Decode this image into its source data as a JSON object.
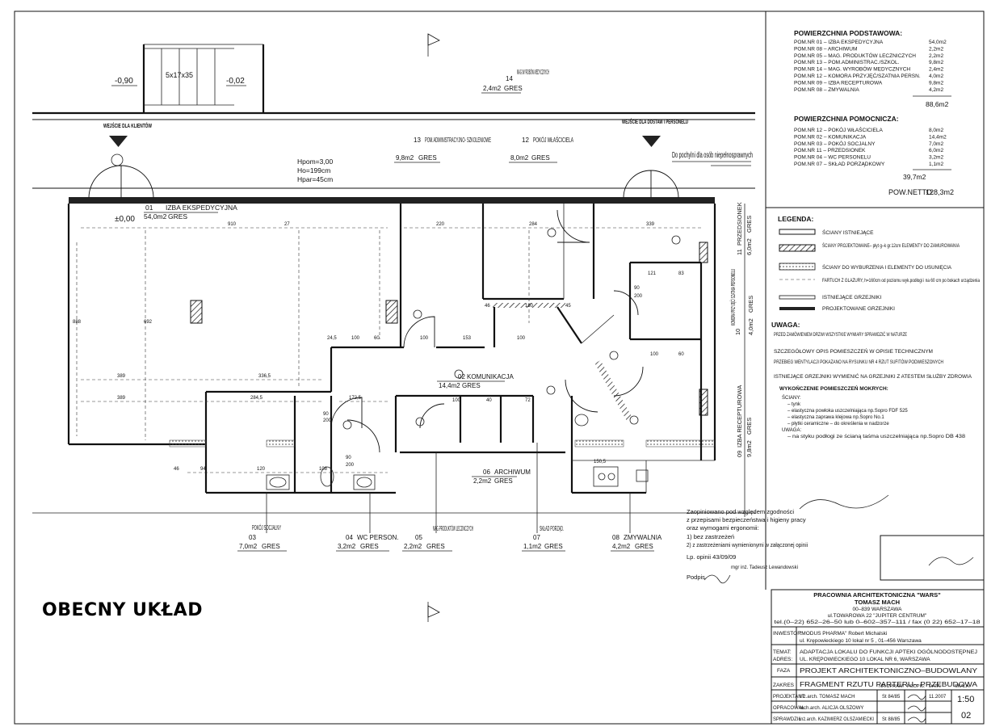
{
  "caption": "OBECNY UKŁAD",
  "elevations": [
    "-0,90",
    "5x17x35",
    "-0,02",
    "±0,00"
  ],
  "entrances": {
    "clients": "WEJŚCIE DLA KLIENTÓW",
    "staff": "WEJŚCIE DLA DOSTAW I PERSONELU",
    "ramp": "Do pochylni dla osób niepełnosprawnych"
  },
  "dimensions": {
    "heights": [
      "Hpom=3,00",
      "Ho=199cm",
      "Hpar=45cm"
    ]
  },
  "rooms": [
    {
      "num": "01",
      "name": "IZBA EKSPEDYCYJNA",
      "area": "54,0m2",
      "floor": "GRES"
    },
    {
      "num": "02",
      "name": "KOMUNIKACJA",
      "area": "14,4m2",
      "floor": "GRES"
    },
    {
      "num": "03",
      "name": "POKÓJ SOCJALNY",
      "area": "7,0m2",
      "floor": "GRES"
    },
    {
      "num": "04",
      "name": "WC PERSON.",
      "area": "3,2m2",
      "floor": "GRES"
    },
    {
      "num": "05",
      "name": "MAG.PRODUKTÓW LECZNICZYCH",
      "area": "2,2m2",
      "floor": "GRES"
    },
    {
      "num": "06",
      "name": "ARCHIWUM",
      "area": "2,2m2",
      "floor": "GRES"
    },
    {
      "num": "07",
      "name": "SKŁAD PORZĄD.",
      "area": "1,1m2",
      "floor": "GRES"
    },
    {
      "num": "08",
      "name": "ZMYWALNIA",
      "area": "4,2m2",
      "floor": "GRES"
    },
    {
      "num": "09",
      "name": "IZBA RECEPTUROWA",
      "area": "9,8m2",
      "floor": "GRES"
    },
    {
      "num": "10",
      "name": "KOMORA PRZYJĘĆ/ SZATNIA PERSONELU",
      "area": "4,0m2",
      "floor": "GRES"
    },
    {
      "num": "11",
      "name": "PRZEDSIONEK",
      "area": "6,0m2",
      "floor": "GRES"
    },
    {
      "num": "12",
      "name": "POKÓJ WŁAŚCICIELA",
      "area": "8,0m2",
      "floor": "GRES"
    },
    {
      "num": "13",
      "name": "POM.ADMINISTRACYJNO- SZKOLENIOWE",
      "area": "9,8m2",
      "floor": "GRES"
    },
    {
      "num": "14",
      "name": "MAG.WYROBÓW MEDYCZNYCH",
      "area": "2,4m2",
      "floor": "GRES"
    }
  ],
  "area_table": {
    "basic_title": "POWIERZCHNIA PODSTAWOWA:",
    "basic": [
      {
        "label": "POM.NR 01 – IZBA EKSPEDYCYJNA",
        "value": "54,0m2"
      },
      {
        "label": "POM.NR 08 – ARCHIWUM",
        "value": "2,2m2"
      },
      {
        "label": "POM.NR 05 – MAG. PRODUKTÓW LECZNICZYCH",
        "value": "2,2m2"
      },
      {
        "label": "POM.NR 13 – POM.ADMINISTRAC./SZKOL.",
        "value": "9,8m2"
      },
      {
        "label": "POM.NR 14 – MAG. WYROBÓW MEDYCZNYCH",
        "value": "2,4m2"
      },
      {
        "label": "POM.NR 12 – KOMORA PRZYJĘĆ/SZATNIA PERSN.",
        "value": "4,0m2"
      },
      {
        "label": "POM.NR 09 – IZBA RECEPTUROWA",
        "value": "9,8m2"
      },
      {
        "label": "POM.NR 08 – ZMYWALNIA",
        "value": "4,2m2"
      }
    ],
    "basic_total": "88,6m2",
    "aux_title": "POWIERZCHNIA POMOCNICZA:",
    "aux": [
      {
        "label": "POM.NR 12 – POKÓJ WŁAŚCICIELA",
        "value": "8,0m2"
      },
      {
        "label": "POM.NR 02 – KOMUNIKACJA",
        "value": "14,4m2"
      },
      {
        "label": "POM.NR 03 – POKÓJ SOCJALNY",
        "value": "7,0m2"
      },
      {
        "label": "POM.NR 11 – PRZEDSIONEK",
        "value": "6,0m2"
      },
      {
        "label": "POM.NR 04 – WC PERSONELU",
        "value": "3,2m2"
      },
      {
        "label": "POM.NR 07 – SKŁAD PORZĄDKOWY",
        "value": "1,1m2"
      }
    ],
    "aux_total": "39,7m2",
    "net_label": "POW.NETTO:",
    "net_value": "128,3m2"
  },
  "legend": {
    "title": "LEGENDA:",
    "items": [
      "ŚCIANY ISTNIEJĄCE",
      "ŚCIANY PROJEKTOWANE– płyt g–k gr.12cm ELEMENTY DO ZAMUROWANIA",
      "ŚCIANY DO WYBURZENIA I ELEMENTY DO USUNIĘCIA",
      "FARTUCH Z GLAZURY, h=160cm od poziomu wyk.podłogi i na 60 cm po bokach urządzenia",
      "ISTNIEJĄCE GRZEJNIKI",
      "PROJEKTOWANE GRZEJNIKI"
    ]
  },
  "notes": {
    "title": "UWAGA:",
    "items": [
      "PRZED ZAMÓWIENIEM DRZWI WSZYSTKIE WYMIARY SPRAWDZIĆ W NATURZE",
      "SZCZEGÓŁOWY OPIS POMIESZCZEŃ W OPISIE TECHNICZNYM",
      "PRZEBIEG WENTYLACJI POKAZANO NA RYSUNKU NR 4 RZUT SUFITÓW PODWIESZONYCH",
      "ISTNIEJĄCE GRZEJNIKI WYMIENIĆ NA GRZEJNIKI Z ATESTEM SŁUŻBY ZDROWIA"
    ],
    "finish_title": "WYKOŃCZENIE POMIESZCZEŃ MOKRYCH:",
    "finish_items": [
      "ŚCIANY:",
      "– tynk",
      "– elastyczna powłoka uszczelniająca np.Sopro FDF 525",
      "– elastyczna zaprawa klejowa np.Sopro No.1",
      "– płytki ceramiczne – do określenia w nadzorze",
      "UWAGA:",
      "– na styku podłogi ze ścianą taśma uszczelniająca np.Sopro DB 438"
    ]
  },
  "approval": {
    "lines": [
      "Zaopiniowano pod względem zgodności",
      "z przepisami bezpieczeństwa i higieny pracy",
      "oraz wymogami ergonomii:",
      "1) bez zastrzeżeń",
      "2) z zastrzeżeniami wymienionymi w załączonej opinii"
    ],
    "signer": "mgr inż. Tadeusz Lewandowski",
    "date": "Lp. opinii 43/09/09",
    "sign_label": "Podpis"
  },
  "title_block": {
    "office": "PRACOWNIA ARCHITEKTONICZNA \"WARS\"",
    "owner": "TOMASZ MACH",
    "address1": "00–839 WARSZAWA",
    "address2": "ul.TOWAROWA 22 \"JUPITER CENTRUM\"",
    "phones": "tel.(0–22) 652–26–50 lub 0–602–357–111 / fax (0 22) 652–17–18",
    "investor_label": "INWESTOR:",
    "investor": "\"MODUS PHARMA\" Robert Michalski",
    "investor_addr": "ul. Krępowieckiego 10 lokal nr 5 , 01–456 Warszawa",
    "topic_label": "TEMAT:",
    "topic": "ADAPTACJA LOKALU DO FUNKCJI APTEKI OGÓLNODOSTĘPNEJ",
    "address_label": "ADRES:",
    "address": "UL. KRĘPOWIECKIEGO 10 LOKAL NR 6, WARSZAWA",
    "phase_label": "FAZA",
    "phase": "PROJEKT ARCHITEKTONICZNO–BUDOWLANY",
    "scope_label": "ZAKRES",
    "scope": "FRAGMENT RZUTU PARTERU– PRZEBUDOWA",
    "col_heads": [
      "NR.UPRAW.",
      "PODPIS:",
      "DATA:",
      "SKALA:"
    ],
    "rows": [
      {
        "role": "PROJEKTANT",
        "person": "inż.arch. TOMASZ MACH",
        "lic": "St 84/85",
        "date": "11.2007",
        "scale": "1:50"
      },
      {
        "role": "OPRACOWAŁ",
        "person": "tech.arch. ALICJA OLSZOWY",
        "lic": "",
        "date": "",
        "scale": ""
      },
      {
        "role": "SPRAWDZIŁ",
        "person": "inż.arch. KAZIMIERZ OLSZAMIECKI",
        "lic": "St 88/85",
        "date": "",
        "scale": "02"
      }
    ]
  }
}
